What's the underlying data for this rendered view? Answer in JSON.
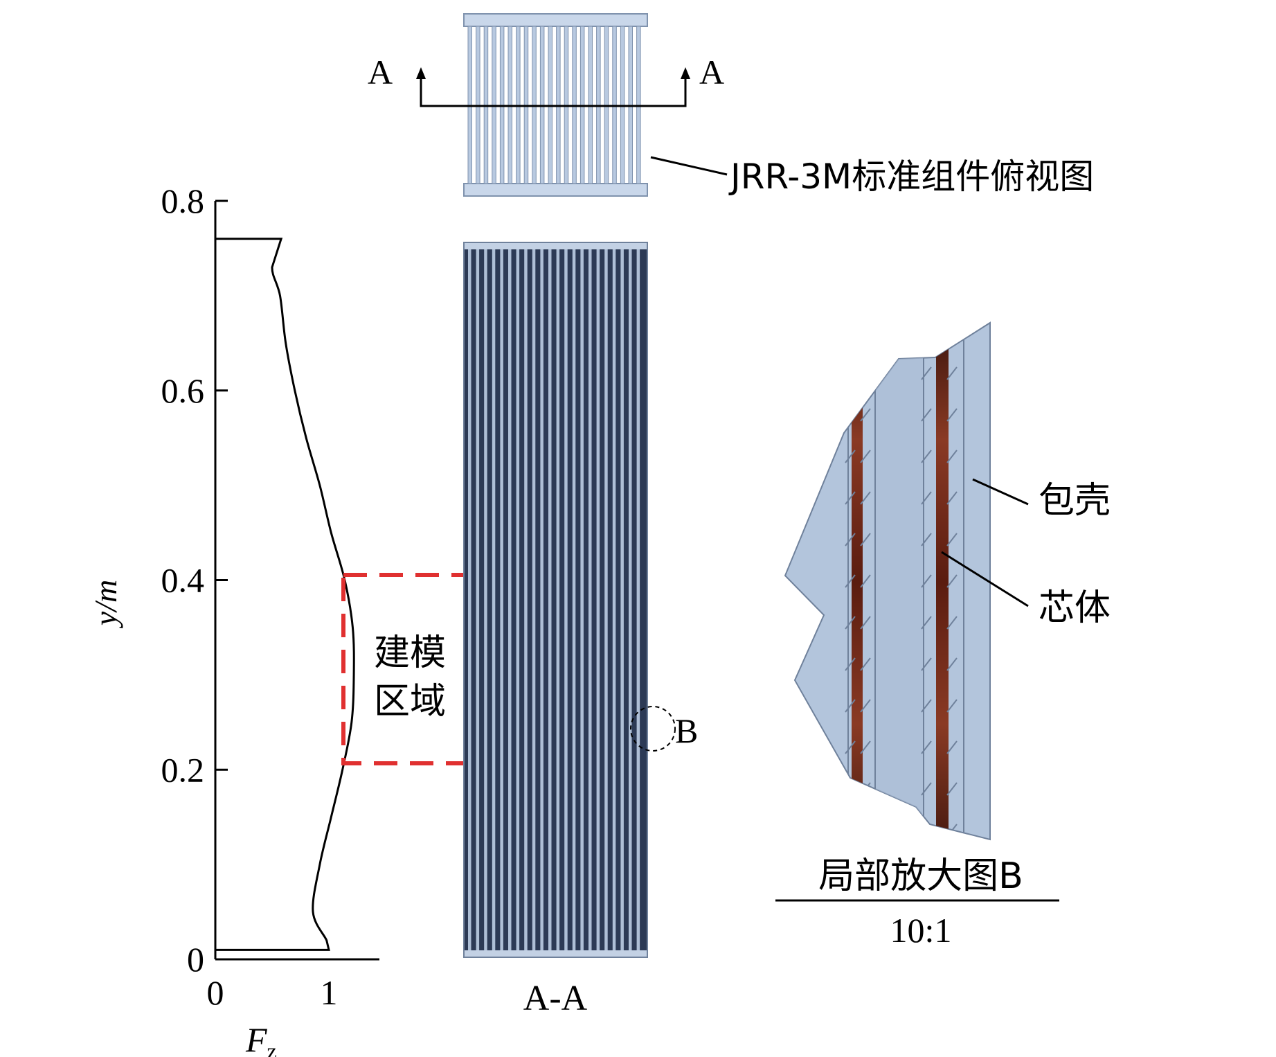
{
  "top_view": {
    "section_letter_left": "A",
    "section_letter_right": "A",
    "callout_label": "JRR-3M标准组件俯视图",
    "colors": {
      "fill": "#c9d7ea",
      "stroke": "#7f92ad",
      "plate": "#b8c9e0"
    }
  },
  "profile_chart": {
    "y_axis_label": "y/m",
    "x_axis_label": "F",
    "x_axis_label_sub": "z",
    "y_ticks": [
      "0",
      "0.2",
      "0.4",
      "0.6",
      "0.8"
    ],
    "x_ticks": [
      "0",
      "1"
    ]
  },
  "chart_data": {
    "type": "line",
    "title": "",
    "xlabel": "Fz",
    "ylabel": "y/m",
    "xlim": [
      0,
      1.4
    ],
    "ylim": [
      0,
      0.8
    ],
    "series": [
      {
        "values_xy": [
          [
            0,
            0.01
          ],
          [
            1.0,
            0.01
          ],
          [
            0.98,
            0.02
          ],
          [
            0.86,
            0.05
          ],
          [
            0.92,
            0.1
          ],
          [
            1.02,
            0.15
          ],
          [
            1.12,
            0.2
          ],
          [
            1.2,
            0.25
          ],
          [
            1.22,
            0.3
          ],
          [
            1.21,
            0.35
          ],
          [
            1.14,
            0.4
          ],
          [
            1.02,
            0.45
          ],
          [
            0.92,
            0.5
          ],
          [
            0.8,
            0.55
          ],
          [
            0.7,
            0.6
          ],
          [
            0.62,
            0.65
          ],
          [
            0.57,
            0.7
          ],
          [
            0.5,
            0.73
          ],
          [
            0.58,
            0.76
          ],
          [
            0,
            0.76
          ]
        ]
      }
    ]
  },
  "modeling_region": {
    "label_line1": "建模",
    "label_line2": "区域",
    "y_range": [
      0.2,
      0.4
    ],
    "color": "#e03030"
  },
  "section_view": {
    "label": "A-A",
    "detail_marker": "B",
    "colors": {
      "dark": "#2c3a55",
      "light": "#aebfd6",
      "end_plate": "#c3d1e4"
    }
  },
  "detail_view": {
    "cladding_label": "包壳",
    "core_label": "芯体",
    "title": "局部放大图B",
    "scale": "10:1",
    "colors": {
      "body": "#b3c5dc",
      "edge": "#6f819b",
      "core": "#7a2a1c",
      "core_dark": "#2a0c08"
    }
  }
}
